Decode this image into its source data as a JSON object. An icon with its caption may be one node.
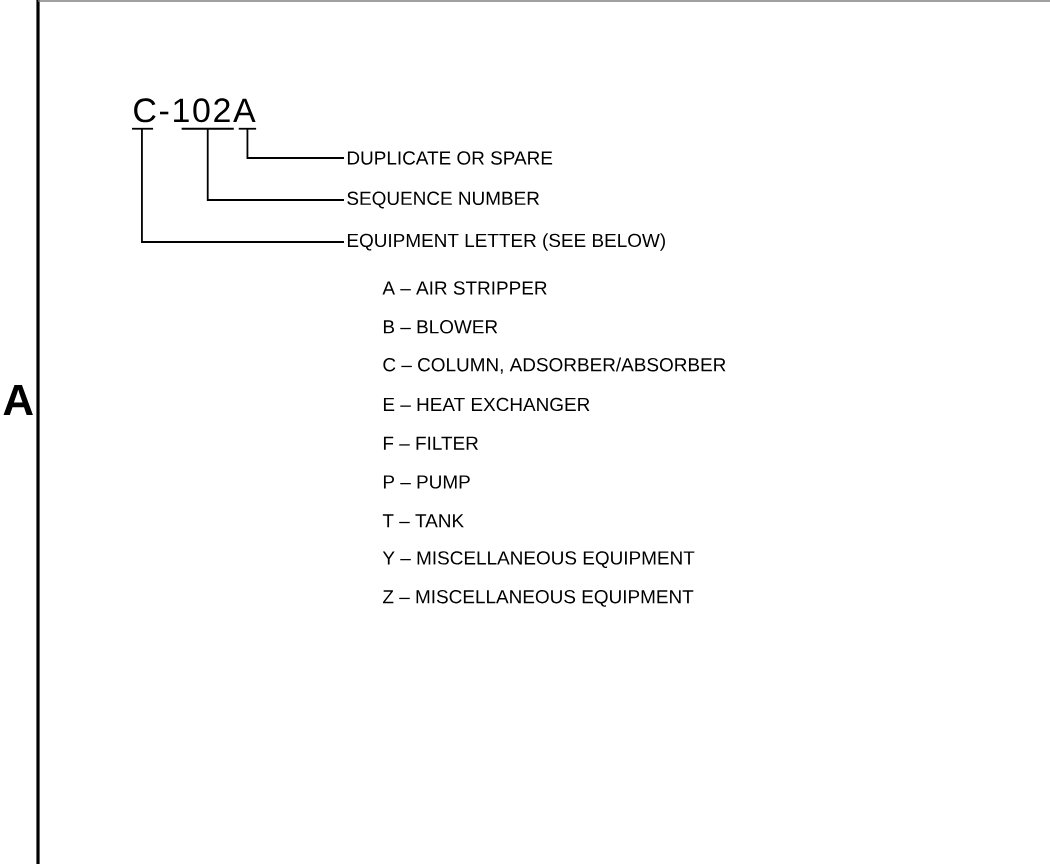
{
  "diagram": {
    "nodes": [
      {
        "text": [
          "C-102A"
        ]
      },
      {
        "text": [
          "DUPLICATE OR SPARE"
        ]
      },
      {
        "text": [
          "SEQUENCE NUMBER"
        ]
      },
      {
        "text": [
          "EQUIPMENT LETTER (SEE BELOW)"
        ]
      }
    ],
    "edges": [
      {
        "from": 1,
        "to": 0,
        "arrow": "none"
      },
      {
        "from": 2,
        "to": 0,
        "arrow": "none"
      },
      {
        "from": 3,
        "to": 0,
        "arrow": "none"
      }
    ],
    "labels": [
      "A",
      "A – AIR STRIPPER",
      "B – BLOWER",
      "C – COLUMN, ADSORBER/ABSORBER",
      "E – HEAT EXCHANGER",
      "F – FILTER",
      "P – PUMP",
      "T – TANK",
      "Y – MISCELLANEOUS EQUIPMENT",
      "Z – MISCELLANEOUS EQUIPMENT"
    ]
  }
}
